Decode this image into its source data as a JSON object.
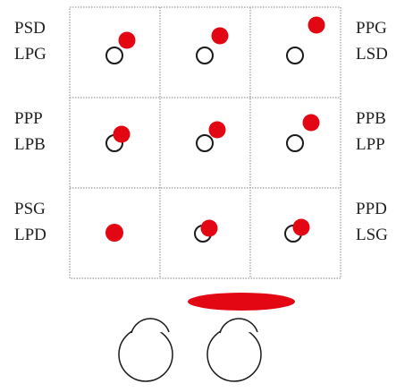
{
  "labels": {
    "top_left": [
      "PSD",
      "LPG"
    ],
    "top_right": [
      "PPG",
      "LSD"
    ],
    "middle_left": [
      "PPP",
      "LPB"
    ],
    "middle_right": [
      "PPB",
      "LPP"
    ],
    "bottom_left": [
      "PSG",
      "LPD"
    ],
    "bottom_right": [
      "PPD",
      "LSG"
    ]
  },
  "colors": {
    "red": "#e30613",
    "outline": "#1a1a1a",
    "grid": "#9a9a9a"
  }
}
